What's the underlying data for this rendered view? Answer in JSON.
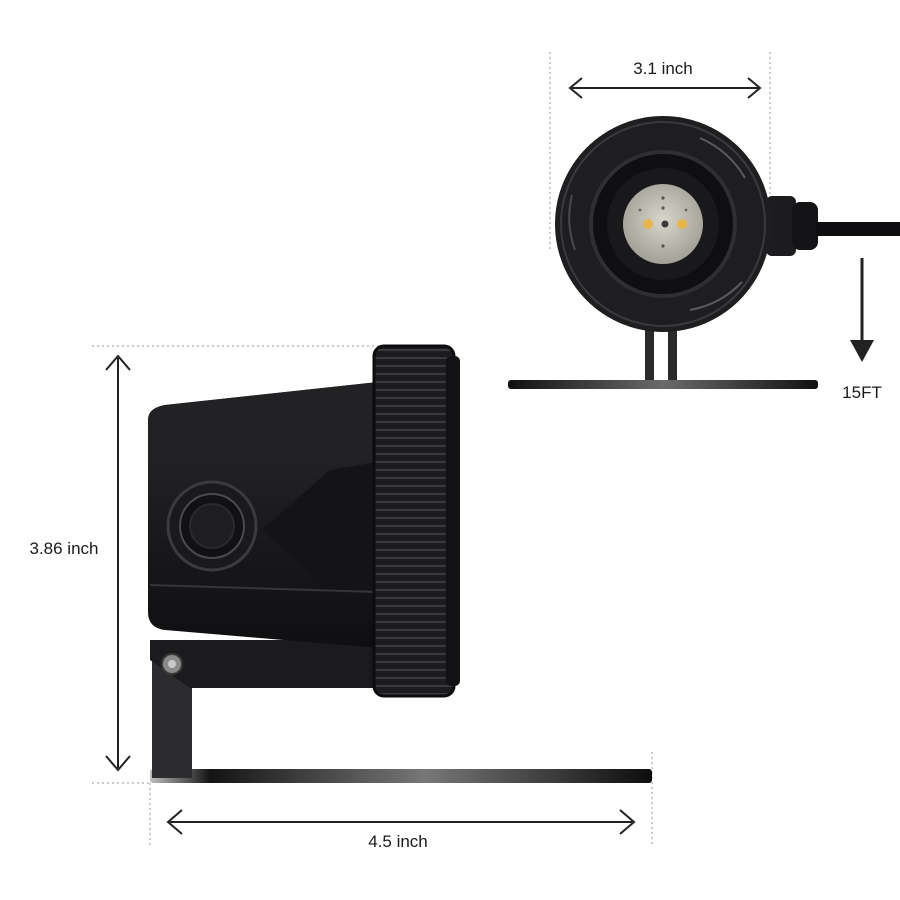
{
  "dimensions": {
    "front_width": "3.1 inch",
    "cable_length": "15FT",
    "side_height": "3.86 inch",
    "side_length": "4.5 inch"
  },
  "colors": {
    "body": "#1f1f21",
    "body_dark": "#111113",
    "ring": "#2e2e31",
    "lens": "#c9c6bc",
    "led_warm": "#e7b54a",
    "dimension_line": "#222222",
    "guide_line": "#9a9a9a"
  }
}
